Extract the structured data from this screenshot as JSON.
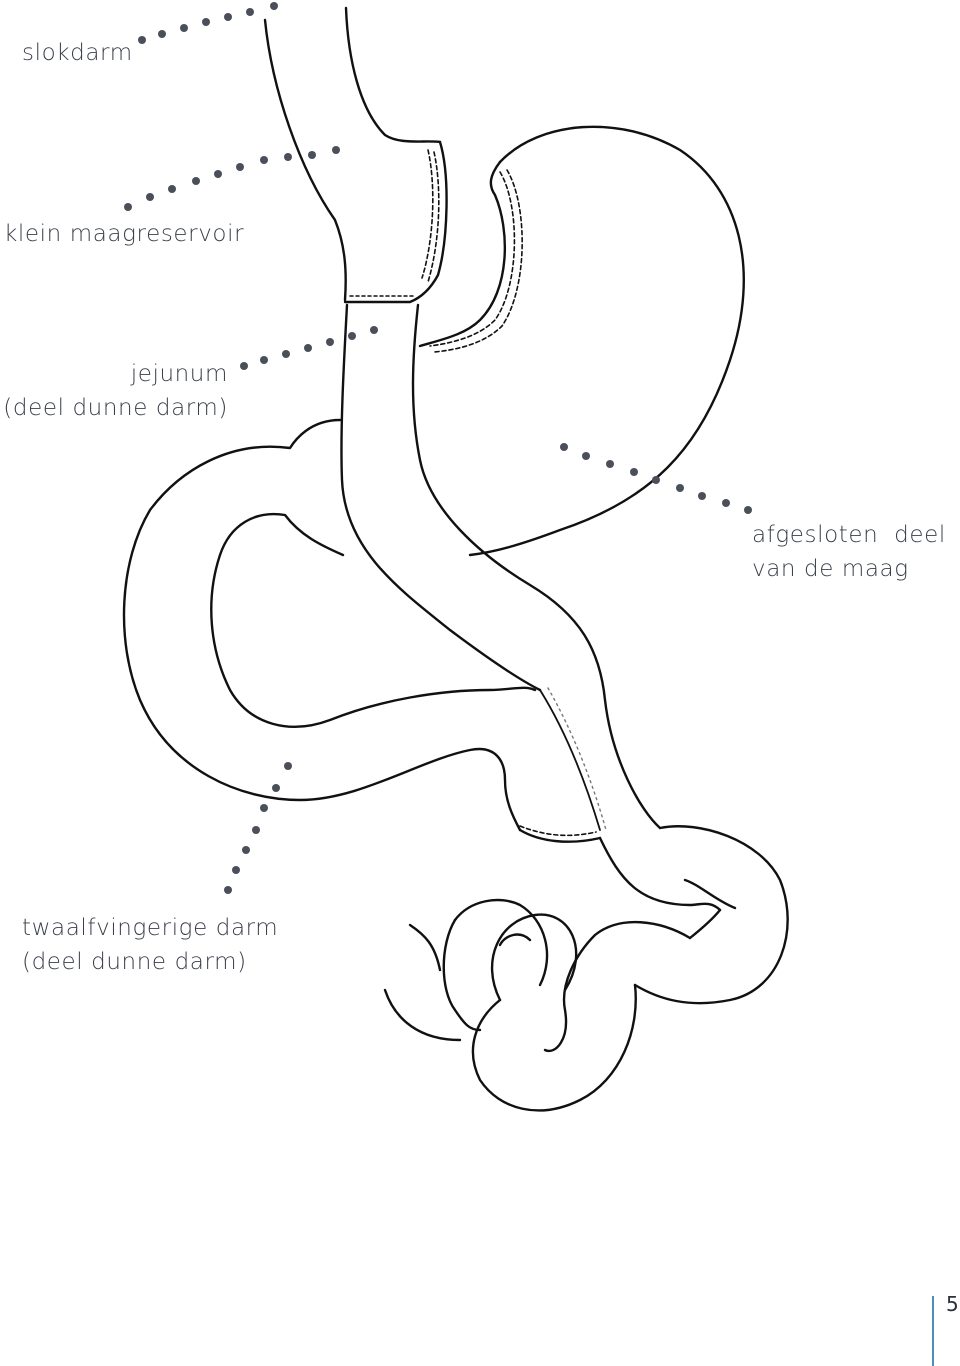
{
  "labels": {
    "slokdarm": "slokdarm",
    "klein_maagreservoir": "klein maagreservoir",
    "jejunum": [
      "jejunum",
      "(deel dunne darm)"
    ],
    "afgesloten": [
      "afgesloten  deel",
      "van de maag"
    ],
    "twaalfvingerige": [
      "twaalfvingerige darm",
      "(deel dunne darm)"
    ]
  },
  "page_number": "5",
  "colors": {
    "text": "#3a3f4a",
    "dots": "#4a4f5a",
    "outline": "#111111",
    "page_rule": "#4a8fb8"
  }
}
